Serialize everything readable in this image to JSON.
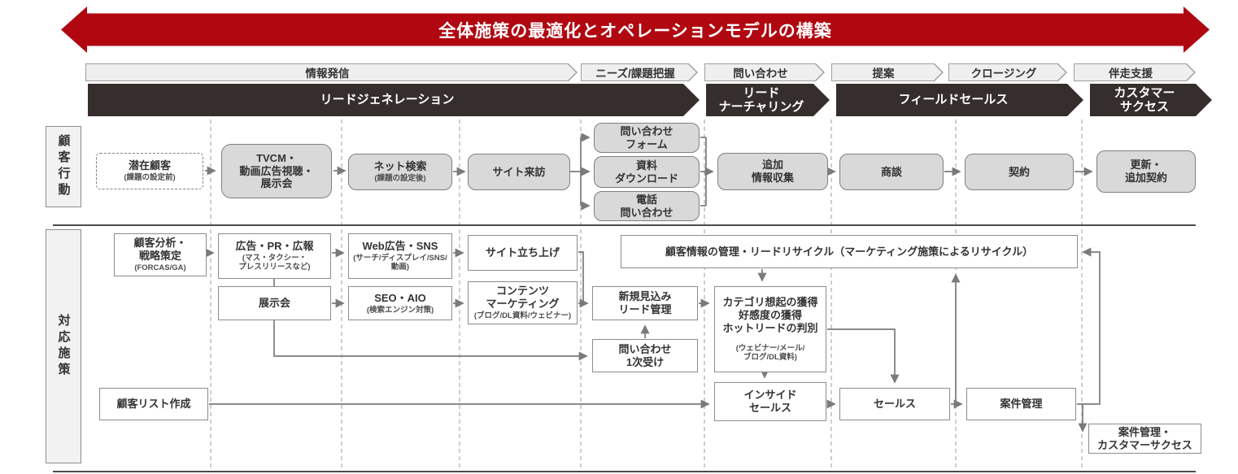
{
  "banner": {
    "title": "全体施策の最適化とオペレーションモデルの構築"
  },
  "phases": [
    "情報発信",
    "ニーズ/課題把握",
    "問い合わせ",
    "提案",
    "クロージング",
    "伴走支援"
  ],
  "stages": [
    {
      "label": "リードジェネレーション"
    },
    {
      "label": "リード\nナーチャリング"
    },
    {
      "label": "フィールドセールス"
    },
    {
      "label": "カスタマー\nサクセス"
    }
  ],
  "sections": {
    "customer": "顧客行動",
    "measures": "対応施策"
  },
  "customer_flow": [
    {
      "title": "潜在顧客",
      "sub": "(課題の設定前)"
    },
    {
      "title": "TVCM・\n動画広告視聴・\n展示会"
    },
    {
      "title": "ネット検索",
      "sub": "(課題の設定後)"
    },
    {
      "title": "サイト来訪"
    },
    {
      "title": "問い合わせ\nフォーム"
    },
    {
      "title": "資料\nダウンロード"
    },
    {
      "title": "電話\n問い合わせ"
    },
    {
      "title": "追加\n情報収集"
    },
    {
      "title": "商談"
    },
    {
      "title": "契約"
    },
    {
      "title": "更新・\n追加契約"
    }
  ],
  "measures_flow": [
    {
      "title": "顧客分析・\n戦略策定",
      "sub": "(FORCAS/GA)"
    },
    {
      "title": "広告・PR・広報",
      "sub": "(マス・タクシー・\nプレスリリースなど)"
    },
    {
      "title": "Web広告・SNS",
      "sub": "(サーチ/ディスプレイ/SNS/\n動画)"
    },
    {
      "title": "サイト立ち上げ"
    },
    {
      "title": "展示会"
    },
    {
      "title": "SEO・AIO",
      "sub": "(検索エンジン対策)"
    },
    {
      "title": "コンテンツ\nマーケティング",
      "sub": "(ブログ/DL資料/ウェビナー)"
    },
    {
      "title": "顧客情報の管理・リードリサイクル（マーケティング施策によるリサイクル）"
    },
    {
      "title": "新規見込み\nリード管理"
    },
    {
      "title": "問い合わせ\n1次受け"
    },
    {
      "title": "カテゴリ想起の獲得\n好感度の獲得\nホットリードの判別",
      "sub": "(ウェビナー/メール/\nブログ/DL資料)"
    },
    {
      "title": "インサイド\nセールス"
    },
    {
      "title": "セールス"
    },
    {
      "title": "案件管理"
    },
    {
      "title": "顧客リスト作成"
    },
    {
      "title": "案件管理・\nカスタマーサクセス"
    }
  ],
  "colors": {
    "accent_red": "#b00711",
    "stage_dark": "#362e2c",
    "node_gray": "#d9d9d9",
    "line_gray": "#7a7a7a"
  }
}
